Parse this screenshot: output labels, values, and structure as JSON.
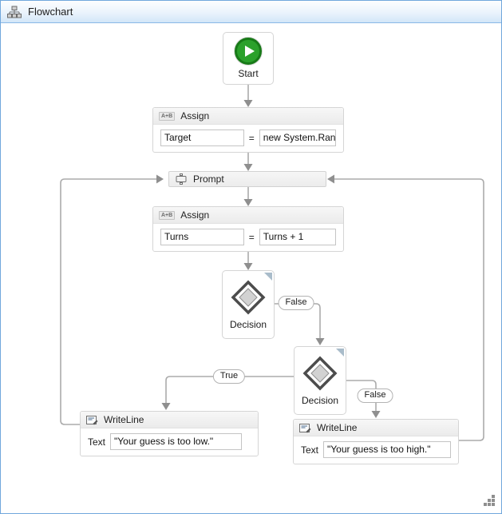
{
  "header": {
    "title": "Flowchart"
  },
  "icons": {
    "titlebar": "flowchart-icon",
    "start": "play-icon",
    "assign": "a-plus-b-icon",
    "prompt": "activity-icon",
    "decision": "diamond-icon",
    "writeline": "console-write-icon",
    "decision_corner": "collapse-corner-icon",
    "bottom_right": "resize-grip-icon"
  },
  "colors": {
    "frame_border": "#71a7dc",
    "titlebar_bg_bottom": "#d2e6f8",
    "start_green": "#2ba12b",
    "start_green_ring": "#187a18",
    "connector_line": "#ababab",
    "arrowhead": "#8f8f8f",
    "corner_triangle": "#a9bcca"
  },
  "flow": {
    "start": {
      "label": "Start"
    },
    "assign_target": {
      "title": "Assign",
      "badge": "A+B",
      "to": "Target",
      "op": "=",
      "value": "new System.Random"
    },
    "prompt": {
      "title": "Prompt"
    },
    "assign_turns": {
      "title": "Assign",
      "badge": "A+B",
      "to": "Turns",
      "op": "=",
      "value": "Turns + 1"
    },
    "decision_one": {
      "label": "Decision",
      "branch_false": "False"
    },
    "decision_two": {
      "label": "Decision",
      "branch_true": "True",
      "branch_false": "False"
    },
    "writeline_low": {
      "title": "WriteLine",
      "field": "Text",
      "value": "\"Your guess is too low.\""
    },
    "writeline_high": {
      "title": "WriteLine",
      "field": "Text",
      "value": "\"Your guess is too high.\""
    }
  }
}
